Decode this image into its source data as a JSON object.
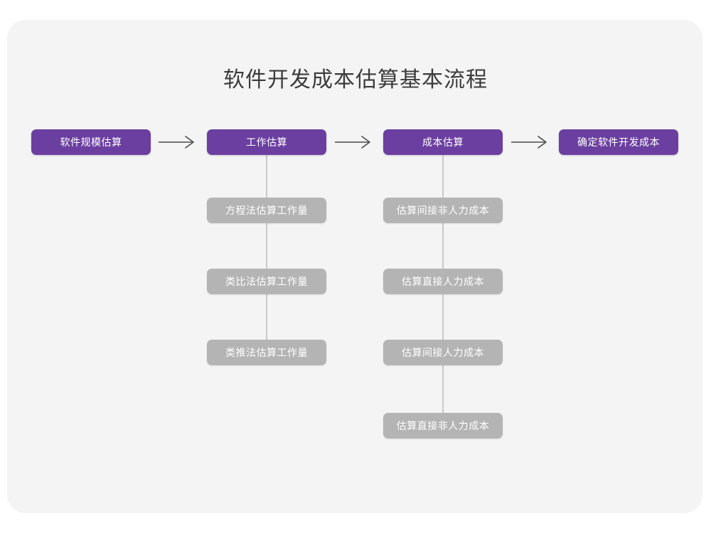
{
  "page": {
    "title": "软件开发成本估算基本流程",
    "card_background": "#f4f4f5",
    "page_background": "#ffffff"
  },
  "colors": {
    "primary": "#6B3FA0",
    "secondary": "#b4b4b4",
    "connector": "#c9c9c9",
    "arrow": "#4a4a4a",
    "title_text": "#3b3b3b",
    "node_text": "#ffffff"
  },
  "flow": {
    "main_steps": [
      {
        "label": "软件规模估算"
      },
      {
        "label": "工作估算"
      },
      {
        "label": "成本估算"
      },
      {
        "label": "确定软件开发成本"
      }
    ],
    "arrows": [
      {
        "name": "arrow-step1-to-step2",
        "glyph": "→"
      },
      {
        "name": "arrow-step2-to-step3",
        "glyph": "→"
      },
      {
        "name": "arrow-step3-to-step4",
        "glyph": "→"
      }
    ],
    "work_estimation_methods": [
      {
        "label": "方程法估算工作量"
      },
      {
        "label": "类比法估算工作量"
      },
      {
        "label": "类推法估算工作量"
      }
    ],
    "cost_estimation_items": [
      {
        "label": "估算间接非人力成本"
      },
      {
        "label": "估算直接人力成本"
      },
      {
        "label": "估算间接人力成本"
      },
      {
        "label": "估算直接非人力成本"
      }
    ]
  }
}
